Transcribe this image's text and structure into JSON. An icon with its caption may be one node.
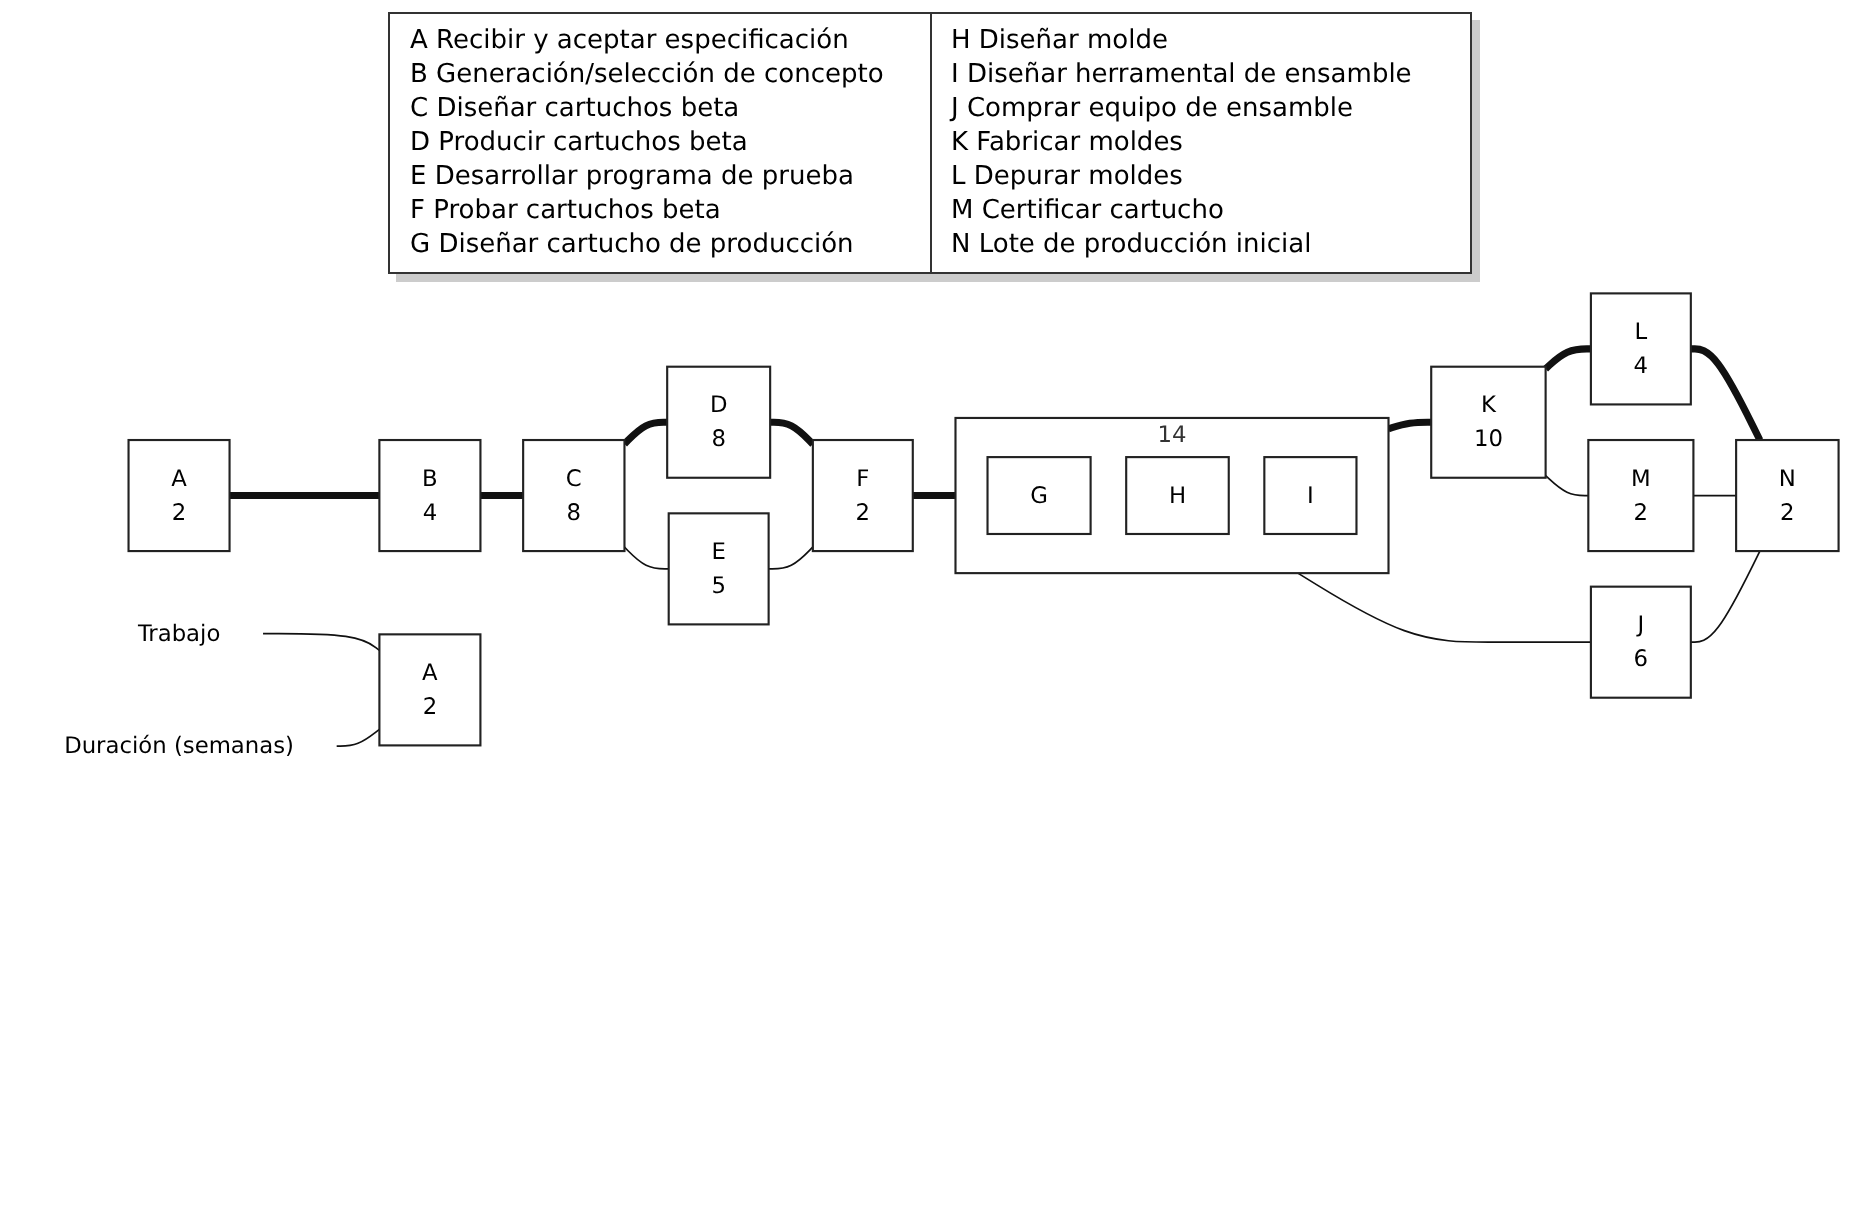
{
  "diagram": {
    "nodes": [
      {
        "text": [
          "A",
          "2"
        ]
      },
      {
        "text": [
          "B",
          "4"
        ]
      },
      {
        "text": [
          "C",
          "8"
        ]
      },
      {
        "text": [
          "D",
          "8"
        ]
      },
      {
        "text": [
          "E",
          "5"
        ]
      },
      {
        "text": [
          "F",
          "2"
        ]
      },
      {
        "text": [
          "14"
        ]
      },
      {
        "text": [
          "G"
        ],
        "in": 6
      },
      {
        "text": [
          "H"
        ],
        "in": 6
      },
      {
        "text": [
          "I"
        ],
        "in": 6
      },
      {
        "text": [
          "K",
          "10"
        ]
      },
      {
        "text": [
          "J",
          "6"
        ]
      },
      {
        "text": [
          "L",
          "4"
        ]
      },
      {
        "text": [
          "M",
          "2"
        ]
      },
      {
        "text": [
          "N",
          "2"
        ]
      },
      {
        "text": [
          "A",
          "2"
        ]
      },
      {
        "text": [
          "Trabajo"
        ]
      },
      {
        "text": [
          "Duración (semanas)"
        ]
      }
    ],
    "edges": [
      {
        "from": 0,
        "to": 1,
        "arrow": "none",
        "style": "thick"
      },
      {
        "from": 1,
        "to": 2,
        "arrow": "none",
        "style": "thick"
      },
      {
        "from": 2,
        "to": 3,
        "arrow": "none",
        "style": "thick"
      },
      {
        "from": 2,
        "to": 4,
        "arrow": "none"
      },
      {
        "from": 3,
        "to": 5,
        "arrow": "none",
        "style": "thick"
      },
      {
        "from": 4,
        "to": 5,
        "arrow": "none"
      },
      {
        "from": 5,
        "to": 6,
        "arrow": "none",
        "style": "thick"
      },
      {
        "from": 6,
        "to": 10,
        "arrow": "none",
        "style": "thick"
      },
      {
        "from": 6,
        "to": 11,
        "arrow": "none"
      },
      {
        "from": 10,
        "to": 12,
        "arrow": "none",
        "style": "thick"
      },
      {
        "from": 10,
        "to": 13,
        "arrow": "none"
      },
      {
        "from": 12,
        "to": 14,
        "arrow": "none",
        "style": "thick"
      },
      {
        "from": 13,
        "to": 14,
        "arrow": "none"
      },
      {
        "from": 11,
        "to": 14,
        "arrow": "none"
      },
      {
        "from": 16,
        "to": 15,
        "arrow": "none"
      },
      {
        "from": 17,
        "to": 15,
        "arrow": "none"
      }
    ],
    "labels": [
      "A Recibir y aceptar especificación",
      "B Generación/selección de concepto",
      "C Diseñar cartuchos beta",
      "D Producir cartuchos beta",
      "E Desarrollar programa de prueba",
      "F Probar cartuchos beta",
      "G Diseñar cartucho de producción",
      "H Diseñar molde",
      "I Diseñar herramental de ensamble",
      "J Comprar equipo de ensamble",
      "K Fabricar moldes",
      "L Depurar moldes",
      "M Certificar cartucho",
      "N Lote de producción inicial"
    ]
  }
}
